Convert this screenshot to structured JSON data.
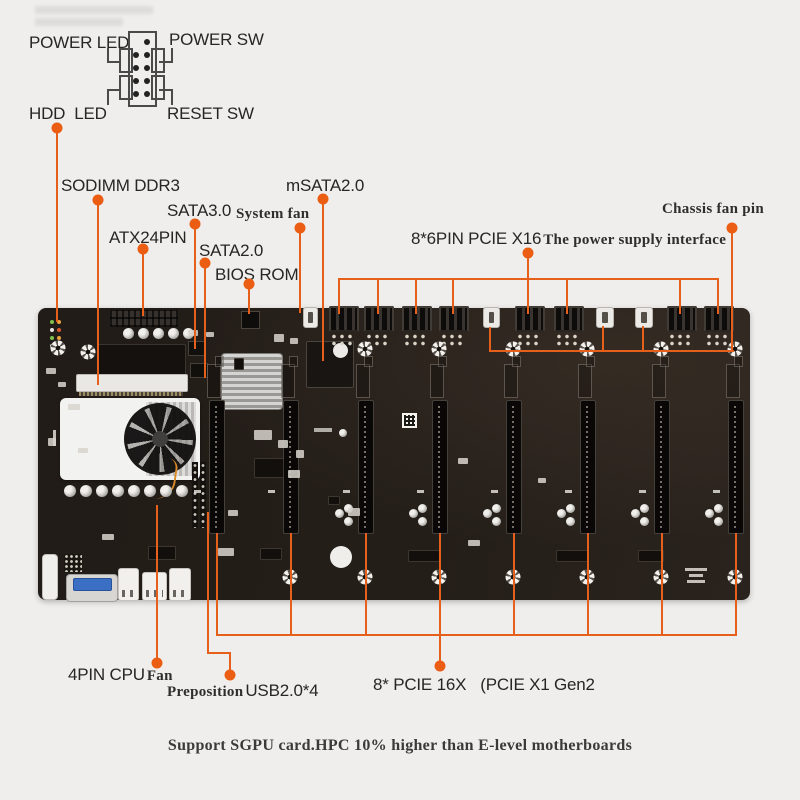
{
  "colors": {
    "accent": "#e7601b",
    "ink": "#262626",
    "board": "#221c18",
    "background": "#efeeec"
  },
  "front_panel_legend": {
    "power_led": "POWER LED",
    "power_sw": "POWER SW",
    "hdd_led": "HDD  LED",
    "reset_sw": "RESET SW"
  },
  "callouts": {
    "sodimm": "SODIMM DDR3",
    "sata3": "SATA3.0",
    "atx": "ATX24PIN",
    "sata2": "SATA2.0",
    "bios": "BIOS ROM",
    "system_fan": "System fan",
    "msata": "mSATA2.0",
    "psu": {
      "plain": "8*6PIN PCIE X16",
      "hand": "The power supply interface"
    },
    "chassis_fan": "Chassis fan pin",
    "cpu_fan": {
      "plain": "4PIN CPU",
      "hand": "Fan"
    },
    "usb": {
      "hand": "Preposition",
      "plain": "USB2.0*4"
    },
    "pcie_slots": {
      "a": "8* PCIE 16X",
      "b": "(PCIE X1 Gen2"
    }
  },
  "footer": {
    "note": "Support SGPU card.HPC 10% higher than E-level motherboards"
  },
  "board": {
    "pcie_slot_count": 8,
    "six_pin_power_count": 8,
    "fan_header_count": 4,
    "screw_hole_top_count": 8,
    "screw_hole_bottom_count": 7
  }
}
